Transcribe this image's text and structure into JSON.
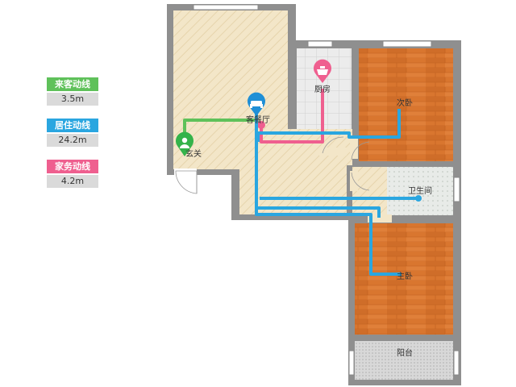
{
  "legend": [
    {
      "label": "来客动线",
      "value": "3.5m",
      "color": "#5fc15a"
    },
    {
      "label": "居住动线",
      "value": "24.2m",
      "color": "#2aa6e0"
    },
    {
      "label": "家务动线",
      "value": "4.2m",
      "color": "#ef5f8f"
    }
  ],
  "rooms": {
    "entrance": "玄关",
    "living": "客餐厅",
    "kitchen": "厨房",
    "second_bedroom": "次卧",
    "bathroom": "卫生间",
    "master_bedroom": "主卧",
    "balcony": "阳台"
  },
  "icons": {
    "entrance": "person-icon",
    "living": "sofa-icon",
    "kitchen": "cooking-pot-icon"
  }
}
